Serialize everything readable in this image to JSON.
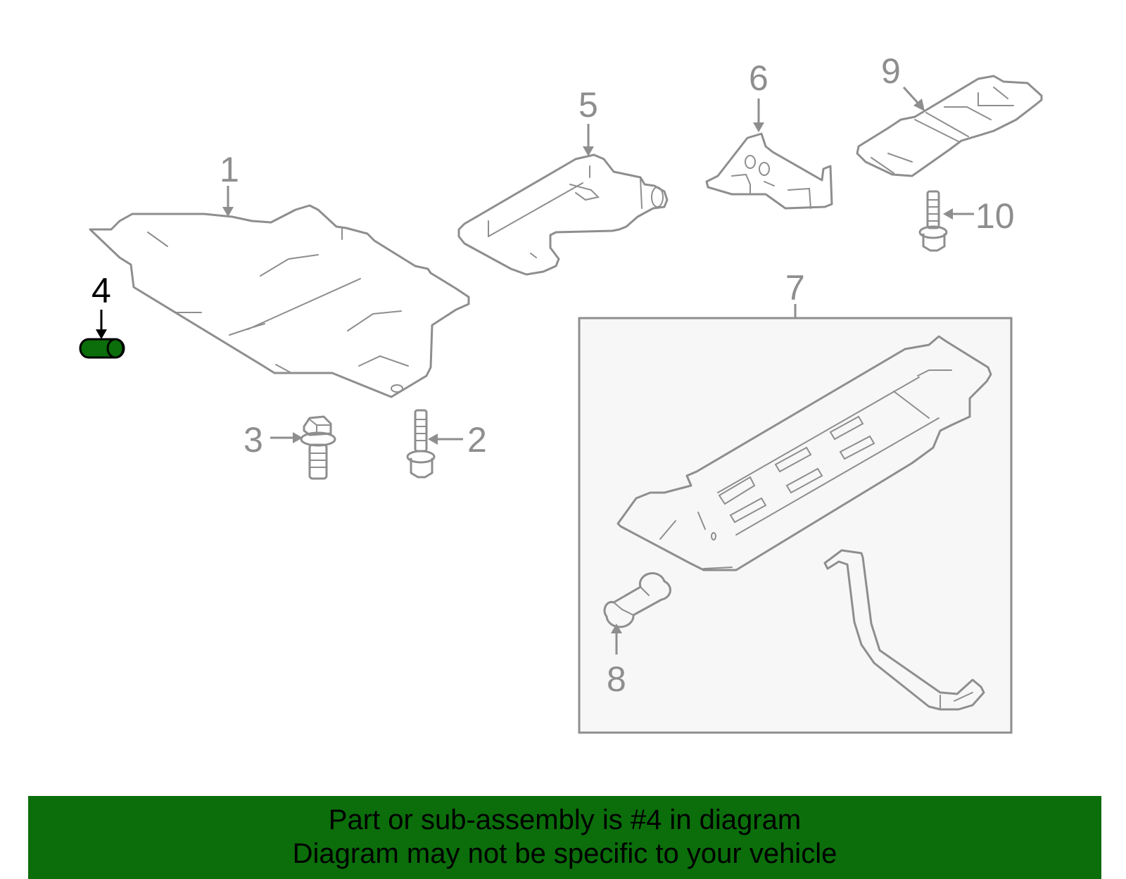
{
  "diagram": {
    "callouts": [
      {
        "id": "1",
        "label": "1"
      },
      {
        "id": "2",
        "label": "2"
      },
      {
        "id": "3",
        "label": "3"
      },
      {
        "id": "4",
        "label": "4"
      },
      {
        "id": "5",
        "label": "5"
      },
      {
        "id": "6",
        "label": "6"
      },
      {
        "id": "7",
        "label": "7"
      },
      {
        "id": "8",
        "label": "8"
      },
      {
        "id": "9",
        "label": "9"
      },
      {
        "id": "10",
        "label": "10"
      }
    ],
    "highlighted_part": "4",
    "colors": {
      "line": "#8e8e8e",
      "highlight_fill": "#0b6e0b",
      "banner_bg": "#0b6e0b",
      "kit_box_bg": "#f7f7f7"
    }
  },
  "banner": {
    "line1": "Part or sub-assembly is #4 in diagram",
    "line2": "Diagram may not be specific to your vehicle"
  }
}
